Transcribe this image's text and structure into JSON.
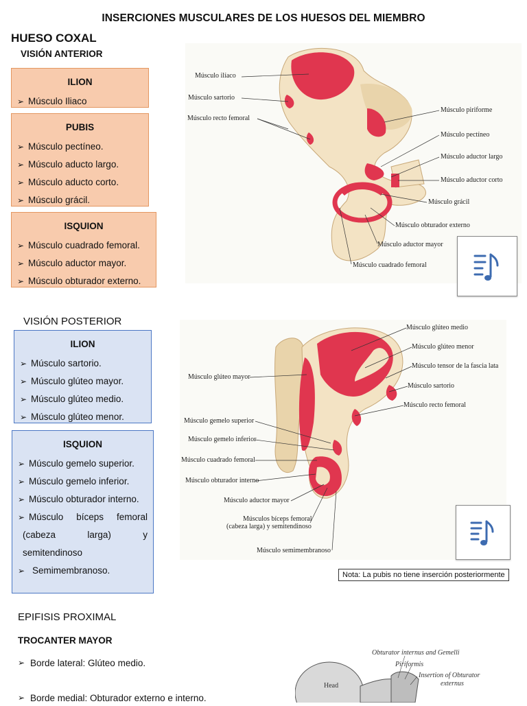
{
  "document": {
    "title": "INSERCIONES MUSCULARES DE LOS HUESOS DEL MIEMBRO",
    "bone": "HUESO COXAL",
    "anterior": {
      "heading": "VISIÓN ANTERIOR",
      "boxes": [
        {
          "heading": "ILION",
          "items": [
            "Músculo Iliaco"
          ]
        },
        {
          "heading": "PUBIS",
          "items": [
            "Músculo pectíneo.",
            "Músculo aducto largo.",
            "Músculo aducto corto.",
            "Músculo grácil."
          ]
        },
        {
          "heading": "ISQUION",
          "items": [
            "Músculo cuadrado femoral.",
            "Músculo aductor mayor.",
            "Músculo obturador externo."
          ]
        }
      ],
      "figure_labels": {
        "iliaco": "Músculo ilíaco",
        "sartorio": "Músculo sartorio",
        "recto_femoral": "Músculo recto femoral",
        "piriforme": "Músculo piriforme",
        "pectineo": "Músculo pectíneo",
        "aductor_largo": "Músculo aductor largo",
        "aductor_corto": "Músculo aductor corto",
        "gracil": "Músculo grácil",
        "obturador_externo": "Músculo obturador externo",
        "aductor_mayor": "Músculo aductor mayor",
        "cuadrado_femoral": "Músculo cuadrado femoral"
      }
    },
    "posterior": {
      "heading": "VISIÓN POSTERIOR",
      "boxes": [
        {
          "heading": "ILION",
          "items": [
            "Músculo sartorio.",
            "Músculo glúteo mayor.",
            "Músculo glúteo medio.",
            "Músculo glúteo menor."
          ]
        },
        {
          "heading": "ISQUION",
          "items": [
            "Músculo gemelo superior.",
            "Músculo gemelo inferior.",
            "Músculo obturador interno."
          ],
          "item_multiline": [
            "Músculo bíceps femoral",
            "(cabeza larga) y",
            "semitendinoso"
          ],
          "item_last": "Semimembranoso."
        }
      ],
      "figure_labels": {
        "gluteo_medio": "Músculo glúteo medio",
        "gluteo_menor": "Músculo glúteo menor",
        "tensor": "Músculo tensor de la fascia lata",
        "sartorio": "Músculo sartorio",
        "recto_femoral": "Músculo recto femoral",
        "gluteo_mayor": "Músculo glúteo mayor",
        "gemelo_superior": "Músculo gemelo superior",
        "gemelo_inferior": "Músculo gemelo inferior",
        "cuadrado_femoral": "Músculo cuadrado femoral",
        "obturador_interno": "Músculo obturador interno",
        "aductor_mayor": "Músculo aductor mayor",
        "biceps_1": "Músculos bíceps femoral",
        "biceps_2": "(cabeza larga) y semitendinoso",
        "semimembranoso": "Músculo semimembranoso"
      },
      "note": "Nota:  La pubis no tiene inserción posteriormente"
    },
    "epifisis": {
      "heading": "EPIFISIS PROXIMAL",
      "subheading": "TROCANTER MAYOR",
      "items": [
        "Borde lateral: Glúteo medio.",
        "Borde medial: Obturador externo e interno."
      ],
      "figure_labels": {
        "obturator": "Obturator internus and Gemelli",
        "piriformis": "Piriformis",
        "insertion_1": "Insertion of Obturator",
        "insertion_2": "externus",
        "head": "Head"
      }
    }
  },
  "colors": {
    "orange_fill": "#f8cbad",
    "orange_border": "#e39660",
    "blue_fill": "#dae3f3",
    "blue_border": "#4a76c4",
    "muscle_red": "#e0364f",
    "bone": "#f3e3c4"
  },
  "icons": {
    "media_card": "audio-list-icon"
  }
}
